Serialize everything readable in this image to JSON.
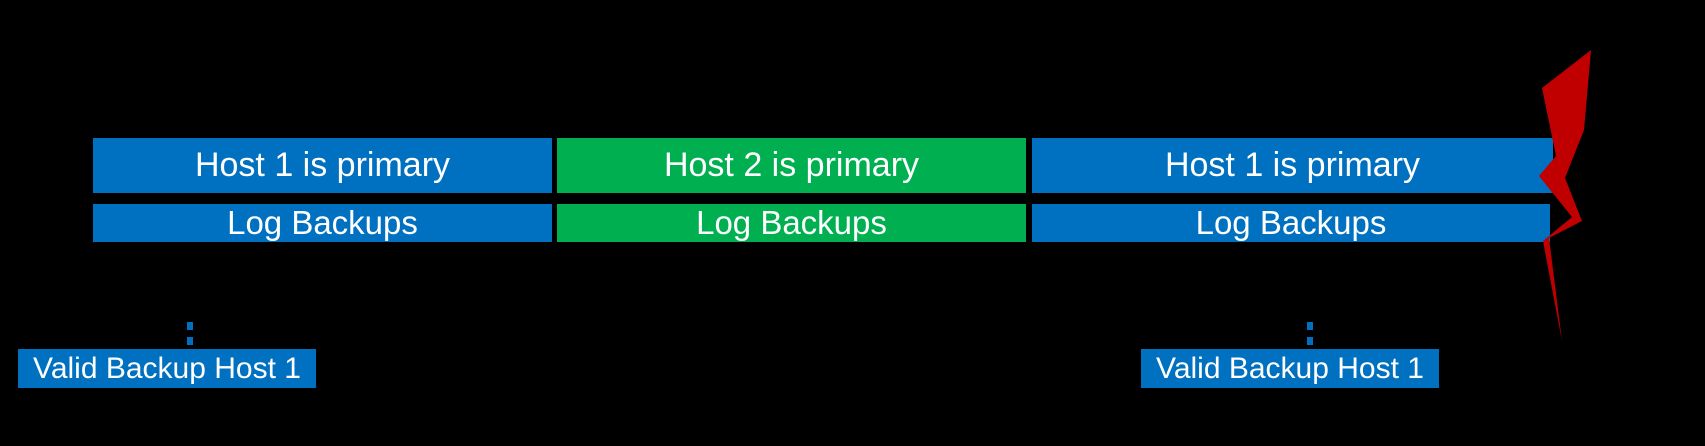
{
  "canvas": {
    "background": "#000000"
  },
  "colors": {
    "host1_blue": "#0070C0",
    "host2_green": "#00B050",
    "failure_red": "#C00000",
    "label_text": "#FFFFFF"
  },
  "timeline": {
    "primary_row": {
      "segments": [
        {
          "label": "Host 1 is primary",
          "host": "host1"
        },
        {
          "label": "Host 2 is primary",
          "host": "host2"
        },
        {
          "label": "Host 1 is primary",
          "host": "host1"
        }
      ]
    },
    "log_backup_row": {
      "segments": [
        {
          "label": "Log Backups",
          "host": "host1"
        },
        {
          "label": "Log Backups",
          "host": "host2"
        },
        {
          "label": "Log Backups",
          "host": "host1"
        }
      ]
    }
  },
  "annotations": {
    "left_valid_backup": {
      "label": "Valid Backup Host 1"
    },
    "right_valid_backup": {
      "label": "Valid Backup Host 1"
    }
  },
  "icons": {
    "failure_bolt": "lightning-bolt-icon"
  }
}
